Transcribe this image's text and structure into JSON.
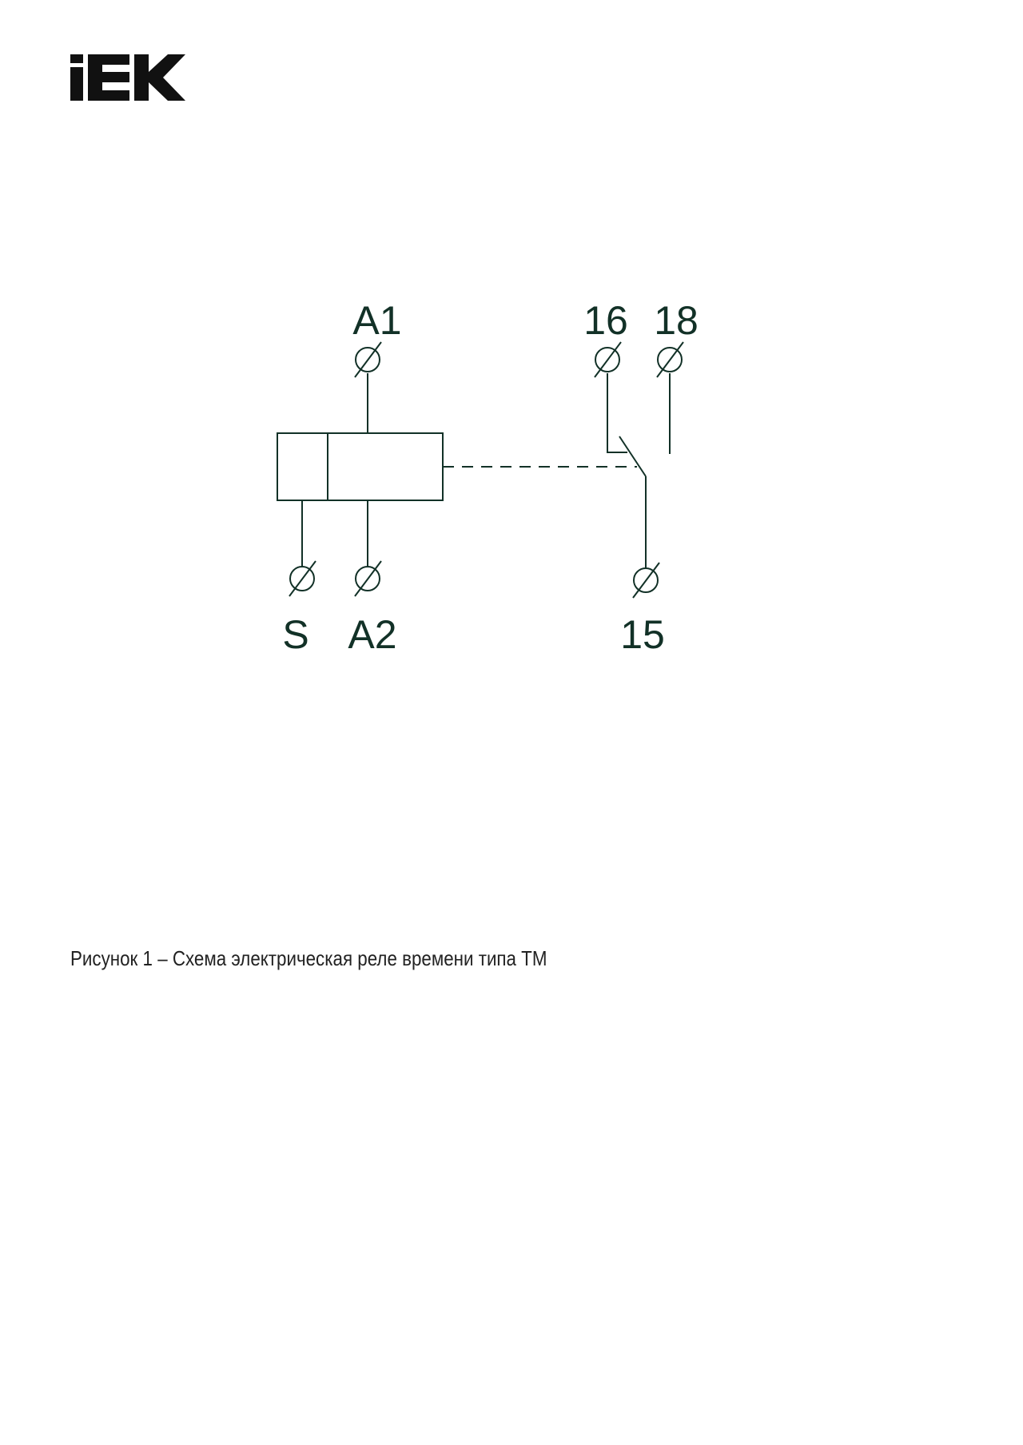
{
  "logo": {
    "text": "IEK",
    "color": "#111111"
  },
  "diagram": {
    "line_color": "#123127",
    "terminals": {
      "a1": "A1",
      "s": "S",
      "a2": "A2",
      "t16": "16",
      "t18": "18",
      "t15": "15"
    }
  },
  "caption": "Рисунок 1 – Схема электрическая реле времени типа ТМ"
}
